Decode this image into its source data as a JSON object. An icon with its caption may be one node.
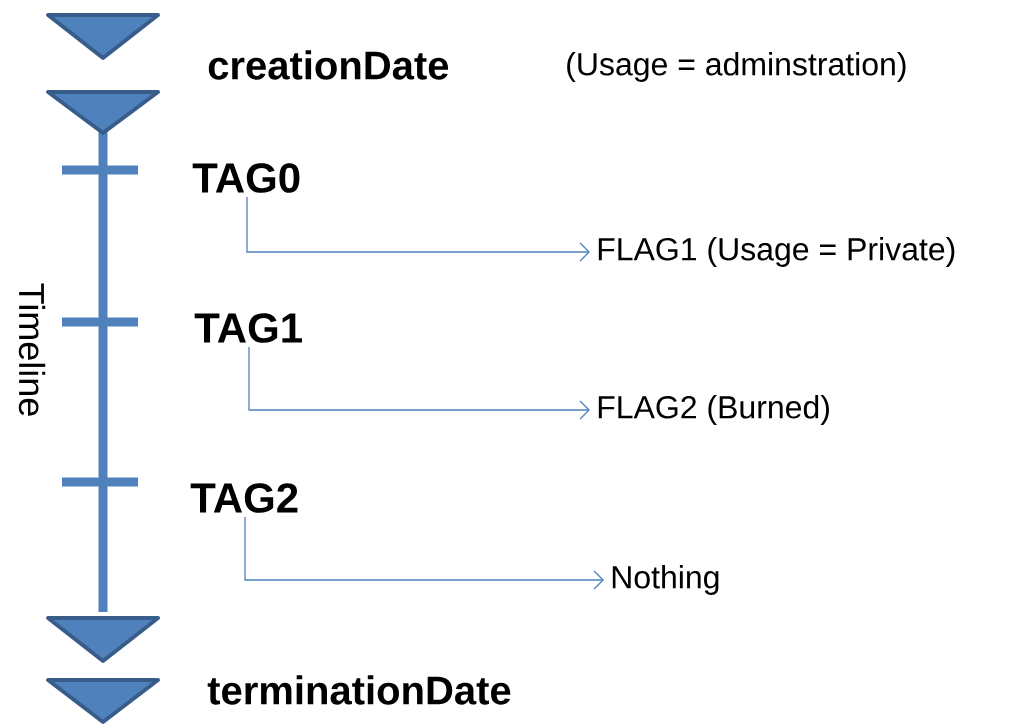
{
  "diagram": {
    "nodes": [
      {
        "text": [
          "TAG0"
        ]
      },
      {
        "text": [
          "FLAG1 (Usage = Private)"
        ]
      },
      {
        "text": [
          "TAG1"
        ]
      },
      {
        "text": [
          "FLAG2 (Burned)"
        ]
      },
      {
        "text": [
          "TAG2"
        ]
      },
      {
        "text": [
          "Nothing"
        ]
      }
    ],
    "edges": [
      {
        "from": 0,
        "to": 1,
        "arrow": "to"
      },
      {
        "from": 2,
        "to": 3,
        "arrow": "to"
      },
      {
        "from": 4,
        "to": 5,
        "arrow": "to"
      }
    ],
    "labels": [
      "creationDate",
      "(Usage = adminstration)",
      "Timeline",
      "terminationDate"
    ]
  }
}
